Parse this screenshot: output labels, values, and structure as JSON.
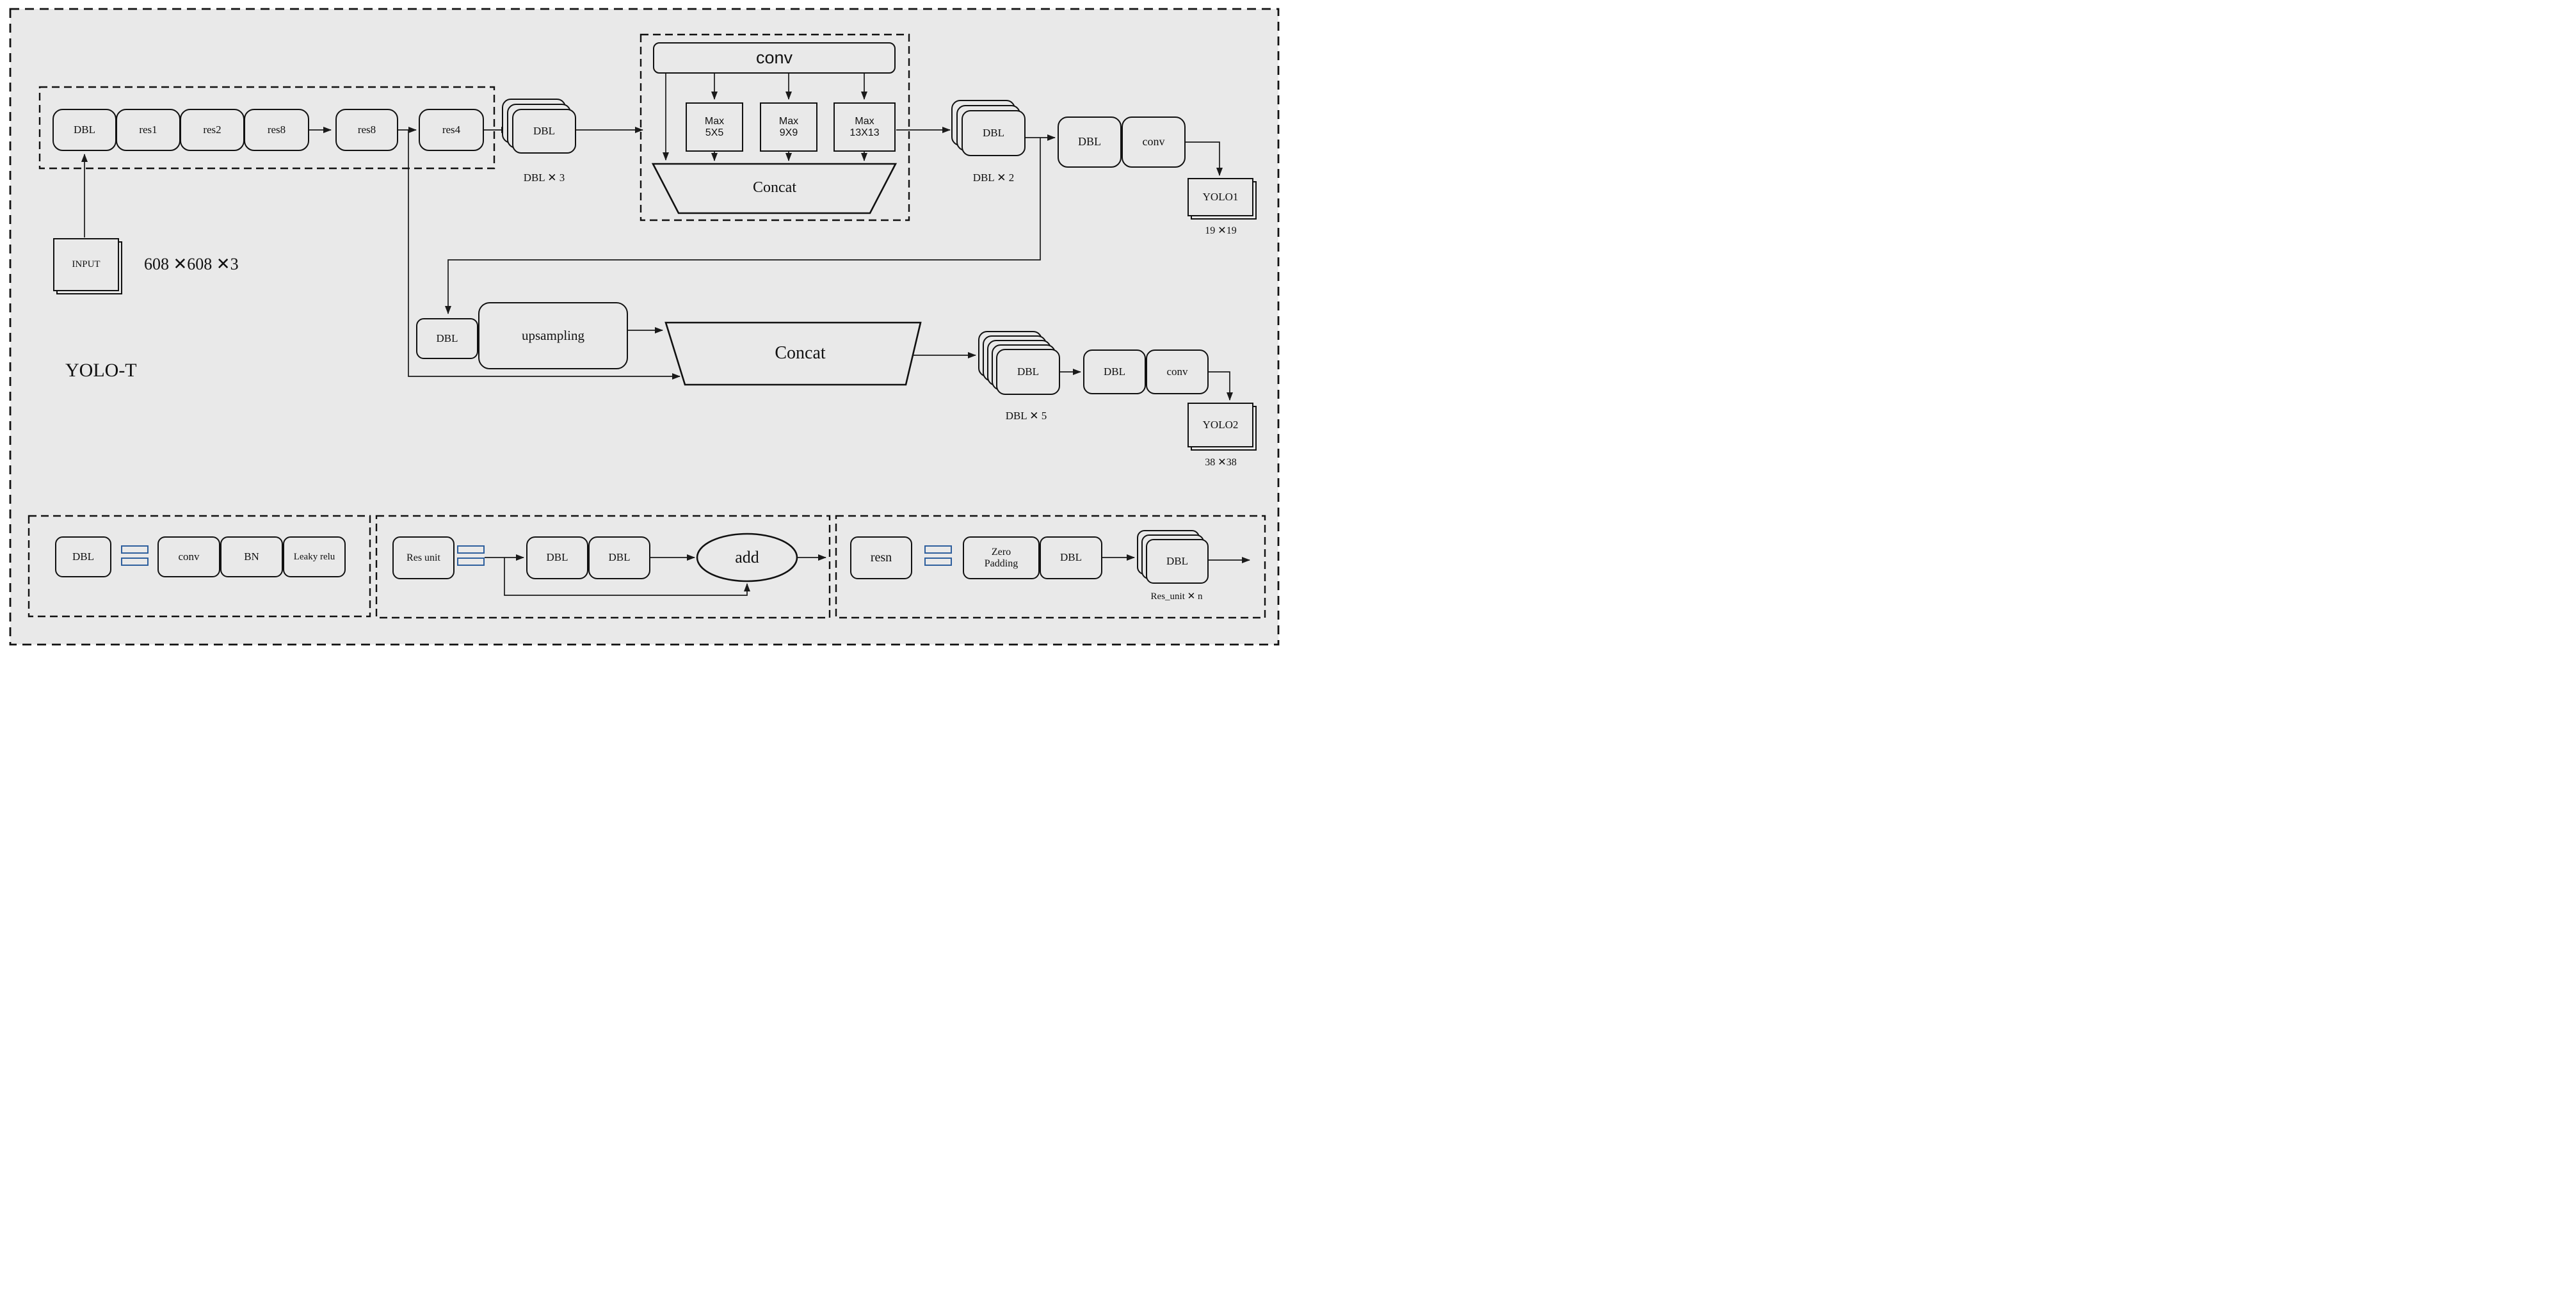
{
  "colors": {
    "panel_bg": "#e9e9e9",
    "line": "#1a1a1a",
    "accent_blue": "#2e5f9d"
  },
  "title_label": "YOLO-T",
  "input": {
    "label": "INPUT",
    "dims": "608 ✕608 ✕3"
  },
  "backbone": {
    "blocks": [
      {
        "label": "DBL"
      },
      {
        "label": "res1"
      },
      {
        "label": "res2"
      },
      {
        "label": "res8"
      },
      {
        "label": "res8"
      },
      {
        "label": "res4"
      }
    ]
  },
  "neck": {
    "dbl3_label": "DBL",
    "dbl3_count": "DBL ✕ 3",
    "spp": {
      "conv": "conv",
      "pools": [
        {
          "l1": "Max",
          "l2": "5X5"
        },
        {
          "l1": "Max",
          "l2": "9X9"
        },
        {
          "l1": "Max",
          "l2": "13X13"
        }
      ],
      "concat": "Concat"
    }
  },
  "head19": {
    "stack": "DBL",
    "count": "DBL ✕ 2",
    "dbl": "DBL",
    "conv": "conv",
    "out": "YOLO1",
    "dims": "19 ✕19"
  },
  "path38": {
    "dbl": "DBL",
    "upsampling": "upsampling",
    "concat": "Concat",
    "stack": "DBL",
    "count": "DBL ✕ 5",
    "head_dbl": "DBL",
    "head_conv": "conv",
    "out": "YOLO2",
    "dims": "38 ✕38"
  },
  "legend_dbl": {
    "term": "DBL",
    "conv": "conv",
    "bn": "BN",
    "leaky": "Leaky relu"
  },
  "legend_res_unit": {
    "term": "Res unit",
    "dbl1": "DBL",
    "dbl2": "DBL",
    "add": "add"
  },
  "legend_resn": {
    "term": "resn",
    "zero_padding": "Zero Padding",
    "dbl": "DBL",
    "stack": "DBL",
    "count": "Res_unit ✕ n"
  }
}
